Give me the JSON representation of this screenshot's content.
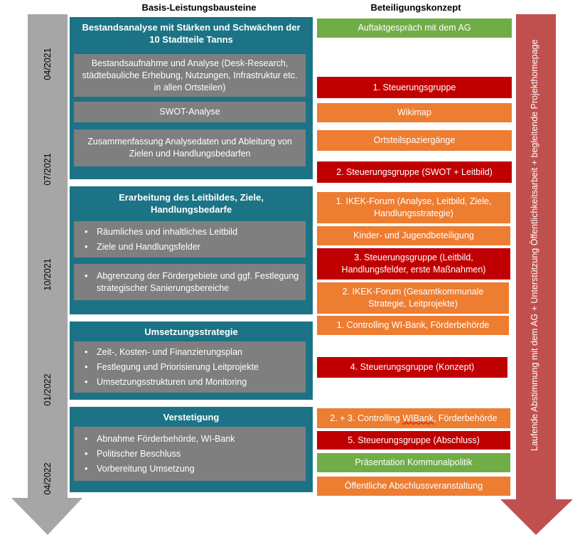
{
  "headers": {
    "left": "Basis-Leistungsbausteine",
    "right": "Beteiligungskonzept"
  },
  "timeline": {
    "dates": [
      "04/2021",
      "07/2021",
      "10/2021",
      "01/2022",
      "04/2022"
    ],
    "colors": {
      "arrow": "#a6a6a6"
    }
  },
  "phases": [
    {
      "title": "Bestandsanalyse mit Stärken und Schwächen der 10 Stadtteile Tanns",
      "blocks": [
        "Bestandsaufnahme und Analyse (Desk-Research, städtebauliche Erhebung, Nutzungen, Infrastruktur etc. in allen Ortsteilen)",
        "SWOT-Analyse",
        "Zusammenfassung Analysedaten und Ableitung von Zielen und Handlungsbedarfen"
      ]
    },
    {
      "title": "Erarbeitung des Leitbildes, Ziele, Handlungsbedarfe",
      "lists": [
        [
          "Räumliches und inhaltliches Leitbild",
          "Ziele und Handlungsfelder"
        ],
        [
          "Abgrenzung der Fördergebiete und ggf. Festlegung strategischer Sanierungsbereiche"
        ]
      ]
    },
    {
      "title": "Umsetzungsstrategie",
      "lists": [
        [
          "Zeit-, Kosten- und Finanzierungsplan",
          "Festlegung und Priorisierung Leitprojekte",
          "Umsetzungsstrukturen und Monitoring"
        ]
      ]
    },
    {
      "title": "Verstetigung",
      "lists": [
        [
          "Abnahme Förderbehörde, WI-Bank",
          "Politischer Beschluss",
          "Vorbereitung Umsetzung"
        ]
      ]
    }
  ],
  "participation": [
    {
      "label": "Auftaktgespräch mit dem AG",
      "color": "#70ad47"
    },
    {
      "label": "1. Steuerungsgruppe",
      "color": "#c00000"
    },
    {
      "label": "Wikimap",
      "color": "#ed7d31"
    },
    {
      "label": "Ortsteilspaziergänge",
      "color": "#ed7d31"
    },
    {
      "label": "2. Steuerungsgruppe (SWOT + Leitbild)",
      "color": "#c00000"
    },
    {
      "label": "1. IKEK-Forum (Analyse, Leitbild, Ziele, Handlungsstrategie)",
      "color": "#ed7d31"
    },
    {
      "label": "Kinder- und Jugendbeteiligung",
      "color": "#ed7d31"
    },
    {
      "label": "3. Steuerungsgruppe (Leitbild, Handlungsfelder, erste Maßnahmen)",
      "color": "#c00000"
    },
    {
      "label": "2. IKEK-Forum (Gesamtkommunale Strategie, Leitprojekte)",
      "color": "#ed7d31"
    },
    {
      "label": "1. Controlling WI-Bank, Förderbehörde",
      "color": "#ed7d31"
    },
    {
      "label": "4. Steuerungsgruppe (Konzept)",
      "color": "#c00000"
    },
    {
      "label_prefix": "2. + 3. Controlling ",
      "label_word": "WIBank",
      "label_suffix": ", Förderbehörde",
      "color": "#ed7d31"
    },
    {
      "label": "5. Steuerungsgruppe (Abschluss)",
      "color": "#c00000"
    },
    {
      "label": "Präsentation Kommunalpolitik",
      "color": "#70ad47"
    },
    {
      "label": "Öffentliche Abschlussveranstaltung",
      "color": "#ed7d31"
    }
  ],
  "side_arrow": {
    "label": "Laufende Abstimmung mit dem AG + Unterstützung Öffentlichkeitsarbeit + begleitende Projekthomepage",
    "color": "#c0504d"
  },
  "colors": {
    "phase": "#1b7385",
    "block": "#7f7f7f"
  }
}
